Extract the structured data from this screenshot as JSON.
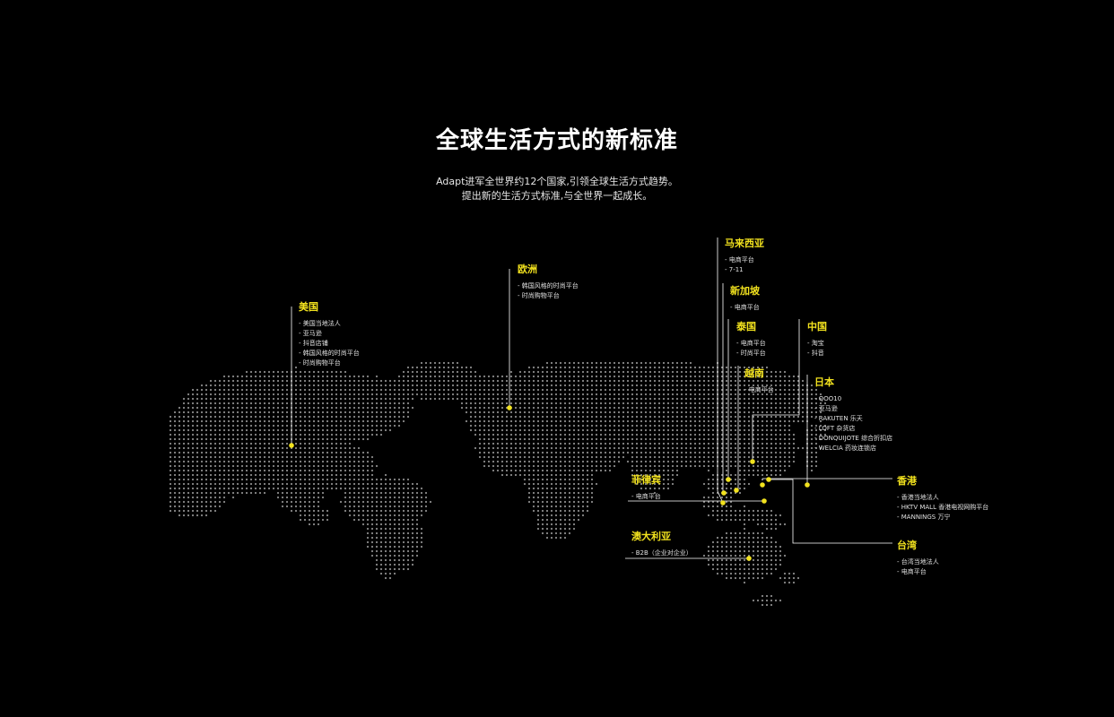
{
  "header": {
    "title": "全球生活方式的新标准",
    "subtitle_line1": "Adapt进军全世界约12个国家,引领全球生活方式趋势。",
    "subtitle_line2": "提出新的生活方式标准,与全世界一起成长。"
  },
  "colors": {
    "background": "#000000",
    "accent": "#f2e21e",
    "map_dots": "#8a8a8a",
    "text": "#ffffff"
  },
  "regions": [
    {
      "id": "usa",
      "name": "美国",
      "items": [
        "- 美国当地法人",
        "- 亚马逊",
        "- 抖音店铺",
        "- 韩国风格的时尚平台",
        "- 时尚购物平台"
      ]
    },
    {
      "id": "europe",
      "name": "欧洲",
      "items": [
        "- 韩国风格的时尚平台",
        "- 时尚购物平台"
      ]
    },
    {
      "id": "malaysia",
      "name": "马来西亚",
      "items": [
        "- 电商平台",
        "- 7-11"
      ]
    },
    {
      "id": "singapore",
      "name": "新加坡",
      "items": [
        "- 电商平台"
      ]
    },
    {
      "id": "thailand",
      "name": "泰国",
      "items": [
        "- 电商平台",
        "- 时尚平台"
      ]
    },
    {
      "id": "china",
      "name": "中国",
      "items": [
        "- 淘宝",
        "- 抖音"
      ]
    },
    {
      "id": "vietnam",
      "name": "越南",
      "items": [
        "- 电商平台"
      ]
    },
    {
      "id": "japan",
      "name": "日本",
      "items": [
        "- QOO10",
        "- 亚马逊",
        "- RAKUTEN 乐天",
        "- LOFT 杂货店",
        "- DONQUIJOTE 综合折扣店",
        "- WELCIA 药妆连锁店"
      ]
    },
    {
      "id": "philippines",
      "name": "菲律宾",
      "items": [
        "- 电商平台"
      ]
    },
    {
      "id": "hongkong",
      "name": "香港",
      "items": [
        "- 香港当地法人",
        "- HKTV MALL 香港电视网购平台",
        "- MANNINGS 万宁"
      ]
    },
    {
      "id": "australia",
      "name": "澳大利亚",
      "items": [
        "- B2B（企业对企业）"
      ]
    },
    {
      "id": "taiwan",
      "name": "台湾",
      "items": [
        "- 台湾当地法人",
        "- 电商平台"
      ]
    }
  ]
}
